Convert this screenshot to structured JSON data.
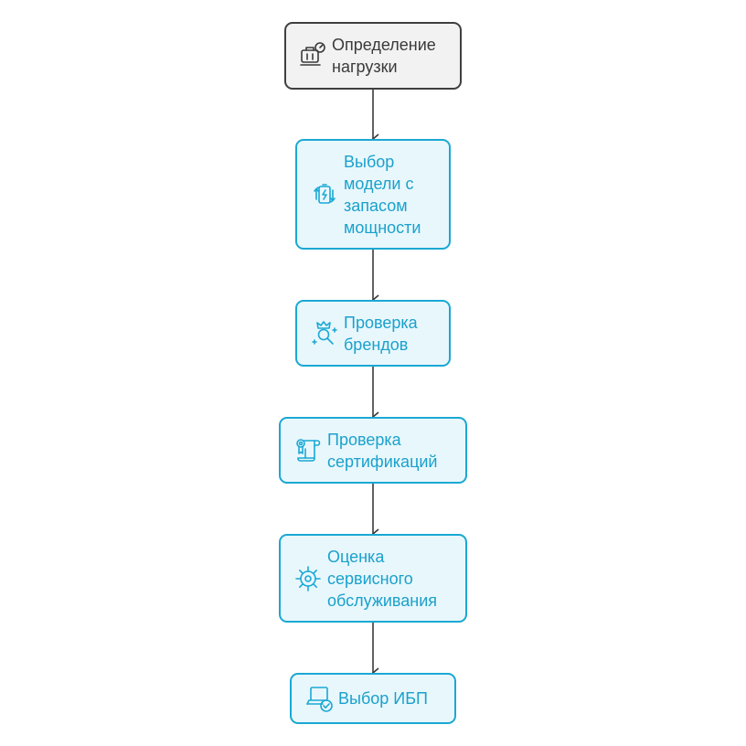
{
  "diagram": {
    "type": "flowchart",
    "colors": {
      "accent": "#1aa8d4",
      "accent_fill": "#e8f7fc",
      "start_border": "#3f3f3f",
      "start_fill": "#f2f2f2",
      "edge": "#3a3a3a"
    },
    "nodes": [
      {
        "id": "load",
        "label": "Определение\nнагрузки",
        "icon": "scale-gauge-icon"
      },
      {
        "id": "model",
        "label": "Выбор\nмодели с\nзапасом\nмощности",
        "icon": "battery-cycle-icon"
      },
      {
        "id": "brands",
        "label": "Проверка\nбрендов",
        "icon": "crown-magnifier-icon"
      },
      {
        "id": "certs",
        "label": "Проверка\nсертификаций",
        "icon": "certificate-scroll-icon"
      },
      {
        "id": "service",
        "label": "Оценка\nсервисного\nобслуживания",
        "icon": "gear-service-icon"
      },
      {
        "id": "ups",
        "label": "Выбор ИБП",
        "icon": "laptop-check-icon"
      }
    ],
    "edges": [
      {
        "from": "load",
        "to": "model"
      },
      {
        "from": "model",
        "to": "brands"
      },
      {
        "from": "brands",
        "to": "certs"
      },
      {
        "from": "certs",
        "to": "service"
      },
      {
        "from": "service",
        "to": "ups"
      }
    ]
  }
}
